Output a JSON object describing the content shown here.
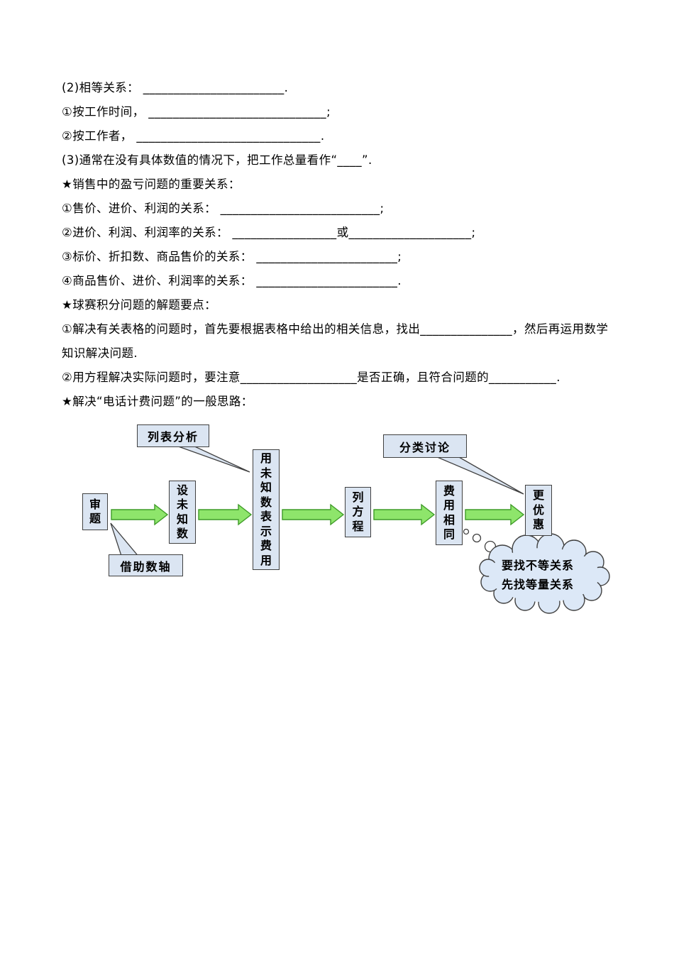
{
  "doc": {
    "lines": [
      "(2)相等关系： _______________________.",
      "①按工作时间， _____________________________;",
      "②按工作者， ______________________________.",
      "(3)通常在没有具体数值的情况下，把工作总量看作“____”.",
      "★销售中的盈亏问题的重要关系：",
      "①售价、进价、利润的关系： __________________________;",
      "②进价、利润、利润率的关系： _________________或____________________;",
      "③标价、折扣数、商品售价的关系： _______________________;",
      "④商品售价、进价、利润率的关系： _______________________.",
      "★球赛积分问题的解题要点：",
      "①解决有关表格的问题时，首先要根据表格中给出的相关信息，找出_______________，然后再运用数学",
      "知识解决问题.",
      "②用方程解决实际问题时，要注意___________________是否正确，且符合问题的___________.",
      "★解决“电话计费问题”的一般思路："
    ]
  },
  "flowchart": {
    "steps": [
      {
        "label": "审题"
      },
      {
        "label": "设未知数"
      },
      {
        "label": "用未知数表示费用"
      },
      {
        "label": "列方程"
      },
      {
        "label": "费用相同"
      },
      {
        "label": "更优惠"
      }
    ],
    "callouts": [
      {
        "label": "列表分析"
      },
      {
        "label": "分类讨论"
      },
      {
        "label": "借助数轴"
      }
    ],
    "cloud": {
      "line1": "要找不等关系",
      "line2": "先找等量关系"
    },
    "colors": {
      "box_fill": "#dbe5f2",
      "cloud_fill": "#dce8f7",
      "arrow_fill": "#8ee56b",
      "arrow_stroke": "#3f9b28",
      "border": "#404040"
    }
  }
}
